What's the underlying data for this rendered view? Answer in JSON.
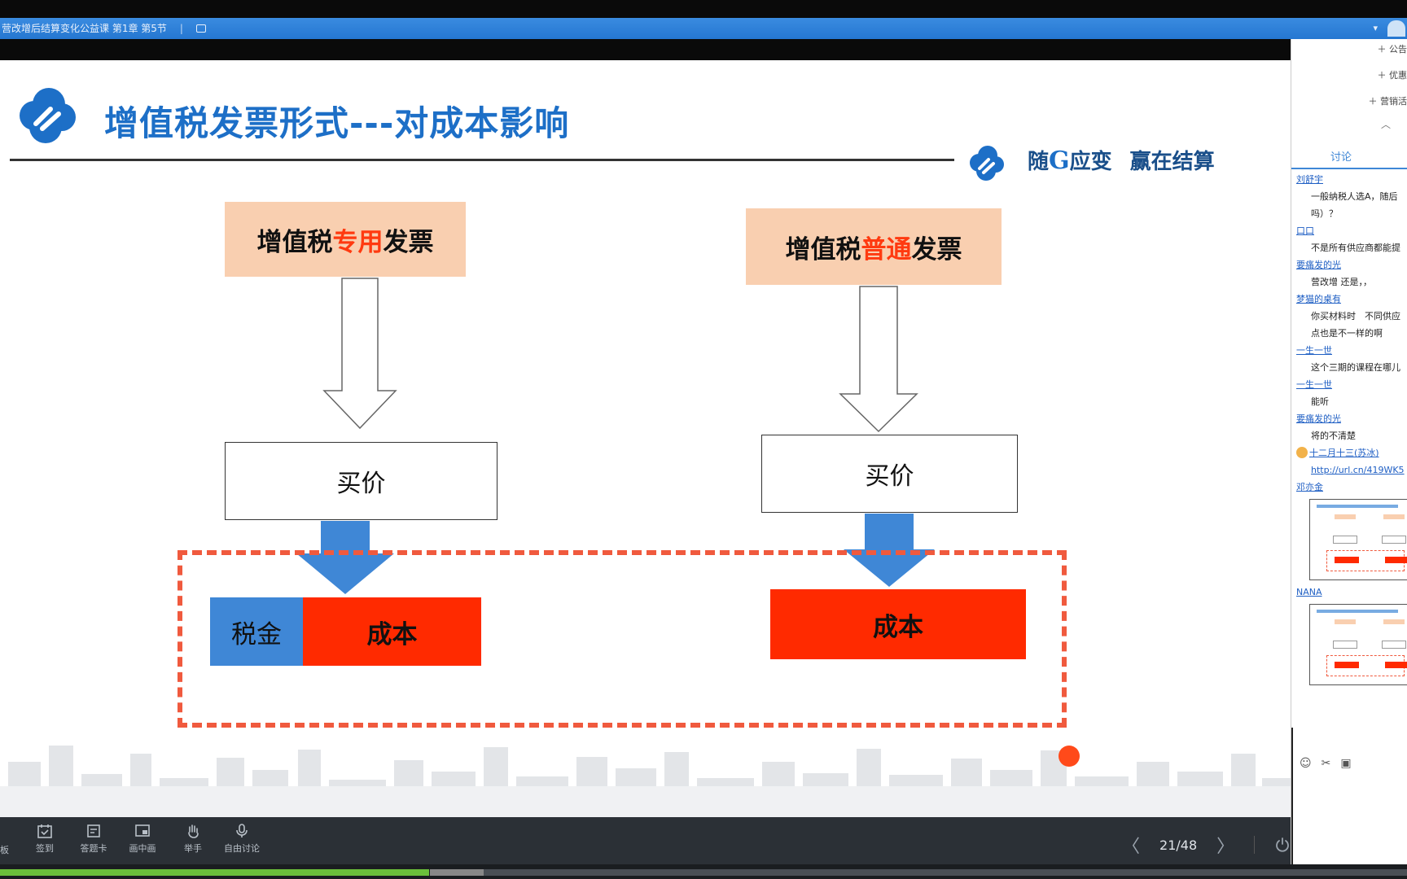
{
  "window": {
    "title": "营改增后结算变化公益课 第1章 第5节",
    "separator": "|",
    "dropdown_glyph": "▾"
  },
  "slide": {
    "title": "增值税发票形式---对成本影响",
    "slogan_prefix": "随",
    "slogan_g": "G",
    "slogan_rest1": "应变",
    "slogan_rest2": "赢在结算",
    "left": {
      "invoice_pre": "增值税",
      "invoice_hl": "专用",
      "invoice_post": "发票",
      "price": "买价",
      "tax": "税金",
      "cost": "成本"
    },
    "right": {
      "invoice_pre": "增值税",
      "invoice_hl": "普通",
      "invoice_post": "发票",
      "price": "买价",
      "cost": "成本"
    }
  },
  "toolbar": {
    "left_label": "板",
    "buttons": [
      "签到",
      "答题卡",
      "画中画",
      "举手",
      "自由讨论"
    ],
    "prev_glyph": "〈",
    "next_glyph": "〉",
    "page": "21/48"
  },
  "progress": {
    "played_fraction": 0.305
  },
  "sidebar": {
    "menu": [
      "＋ 公告",
      "＋ 优惠",
      "＋ 营销活"
    ],
    "collapse_glyph": "︿",
    "tab": "讨论",
    "chat": [
      {
        "user": "刘舒宇",
        "lines": [
          "一般纳税人选A，随后",
          "吗）？"
        ]
      },
      {
        "user": "口口",
        "lines": [
          "不是所有供应商都能提"
        ]
      },
      {
        "user": "要痛发的光",
        "lines": [
          "营改增 还是，，"
        ]
      },
      {
        "user": "梦猫的桌有",
        "lines": [
          "你买材料时　不同供应",
          "点也是不一样的啊"
        ]
      },
      {
        "user": "一生一世",
        "lines": [
          "这个三期的课程在哪儿"
        ]
      },
      {
        "user": "一生一世",
        "lines": [
          "能听"
        ]
      },
      {
        "user": "要痛发的光",
        "lines": [
          "将的不清楚"
        ]
      },
      {
        "user": "十二月十三(苏冰)",
        "link": "http://url.cn/419WK5"
      },
      {
        "user": "邓亦金",
        "thumb": true
      },
      {
        "user": "NANA",
        "thumb": true
      }
    ],
    "icons": [
      "smile-icon",
      "scissors-icon",
      "image-icon"
    ],
    "icon_glyphs": [
      "☺",
      "✂",
      "▣"
    ]
  }
}
